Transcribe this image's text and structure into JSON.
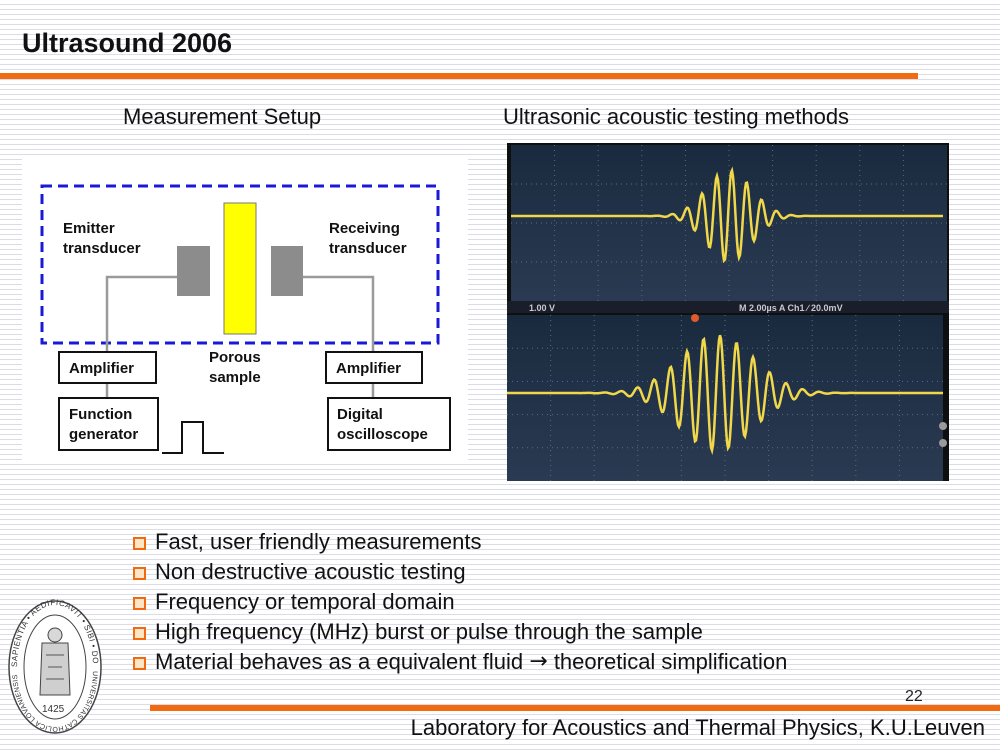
{
  "slide": {
    "title": "Ultrasound 2006",
    "page_number": "22",
    "footer": "Laboratory for Acoustics and Thermal Physics, K.U.Leuven"
  },
  "left_panel": {
    "heading": "Measurement Setup",
    "emitter_line1": "Emitter",
    "emitter_line2": "transducer",
    "receiver_line1": "Receiving",
    "receiver_line2": "transducer",
    "sample_line1": "Porous",
    "sample_line2": "sample",
    "amp_left": "Amplifier",
    "amp_right": "Amplifier",
    "funcgen_line1": "Function",
    "funcgen_line2": "generator",
    "scope_line1": "Digital",
    "scope_line2": "oscilloscope"
  },
  "right_panel": {
    "heading": "Ultrasonic acoustic testing methods",
    "top_status_left": "1.00 V",
    "top_status_right": "M 2.00µs  A  Ch1  ∕  20.0mV"
  },
  "bullets": [
    {
      "text": "Fast, user friendly measurements"
    },
    {
      "text": "Non destructive acoustic testing"
    },
    {
      "text": "Frequency or temporal domain"
    },
    {
      "text": "High frequency (MHz) burst or pulse through the sample"
    },
    {
      "text_before": "Material behaves as a equivalent fluid",
      "arrow": "→",
      "text_after": "theoretical simplification"
    }
  ],
  "seal": {
    "motto": "SAPIENTIA • AEDIFICAVIT • SIBI • DOMUM",
    "university": "UNIVERSITAS CATHOLICA LOVANIENSIS",
    "year": "1425"
  },
  "colors": {
    "accent": "#f26a0f",
    "dashed_frame": "#1a1ad6",
    "sample": "#ffff00",
    "trace": "#f0d84a"
  }
}
